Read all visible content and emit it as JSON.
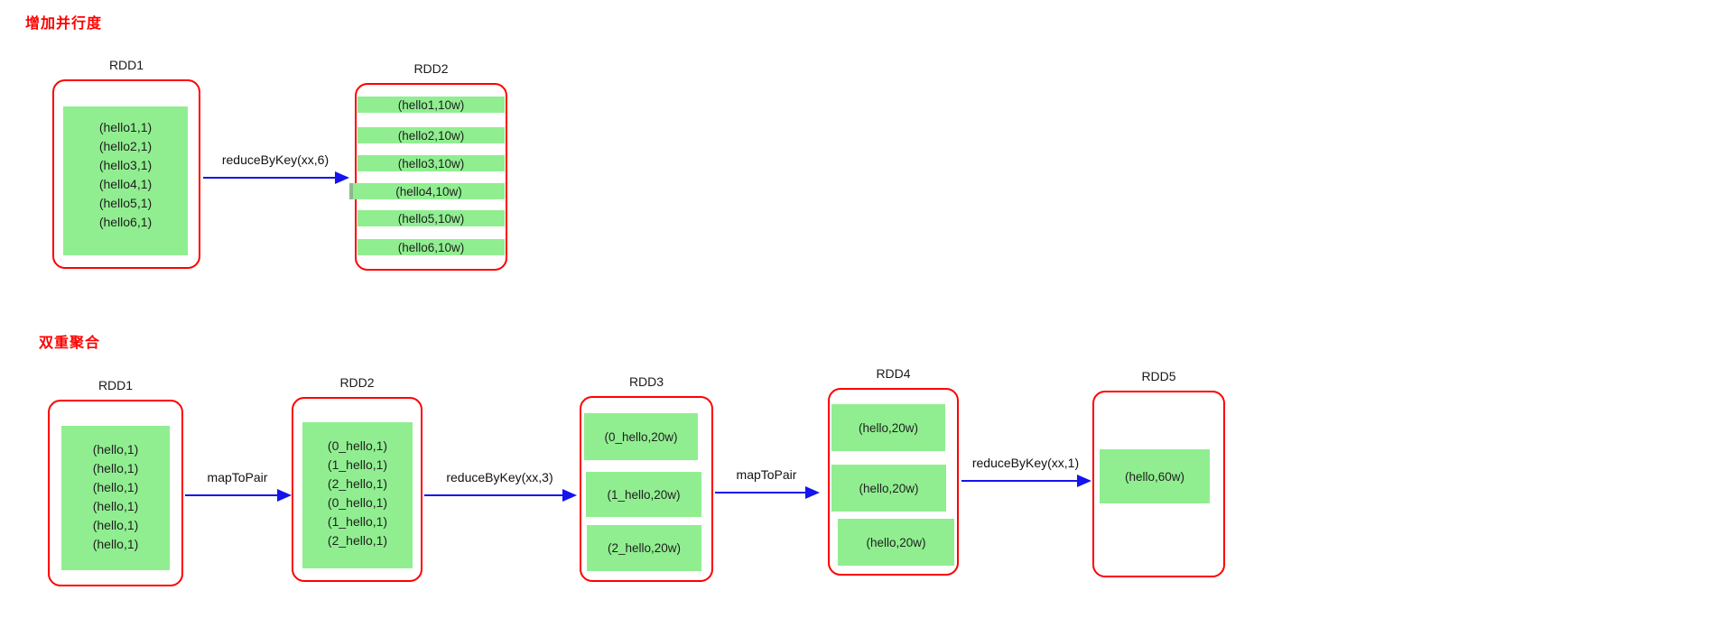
{
  "colors": {
    "accent_red": "#fe0000",
    "node_green": "#90ee90",
    "arrow_blue": "#1414f0"
  },
  "section1": {
    "title": "增加并行度",
    "rdd1": {
      "label": "RDD1",
      "items": [
        "(hello1,1)",
        "(hello2,1)",
        "(hello3,1)",
        "(hello4,1)",
        "(hello5,1)",
        "(hello6,1)"
      ]
    },
    "arrow1": {
      "label": "reduceByKey(xx,6)"
    },
    "rdd2": {
      "label": "RDD2",
      "items": [
        "(hello1,10w)",
        "(hello2,10w)",
        "(hello3,10w)",
        "(hello4,10w)",
        "(hello5,10w)",
        "(hello6,10w)"
      ]
    }
  },
  "section2": {
    "title": "双重聚合",
    "rdd1": {
      "label": "RDD1",
      "items": [
        "(hello,1)",
        "(hello,1)",
        "(hello,1)",
        "(hello,1)",
        "(hello,1)",
        "(hello,1)"
      ]
    },
    "arrow1": {
      "label": "mapToPair"
    },
    "rdd2": {
      "label": "RDD2",
      "items": [
        "(0_hello,1)",
        "(1_hello,1)",
        "(2_hello,1)",
        "(0_hello,1)",
        "(1_hello,1)",
        "(2_hello,1)"
      ]
    },
    "arrow2": {
      "label": "reduceByKey(xx,3)"
    },
    "rdd3": {
      "label": "RDD3",
      "items": [
        "(0_hello,20w)",
        "(1_hello,20w)",
        "(2_hello,20w)"
      ]
    },
    "arrow3": {
      "label": "mapToPair"
    },
    "rdd4": {
      "label": "RDD4",
      "items": [
        "(hello,20w)",
        "(hello,20w)",
        "(hello,20w)"
      ]
    },
    "arrow4": {
      "label": "reduceByKey(xx,1)"
    },
    "rdd5": {
      "label": "RDD5",
      "items": [
        "(hello,60w)"
      ]
    }
  }
}
